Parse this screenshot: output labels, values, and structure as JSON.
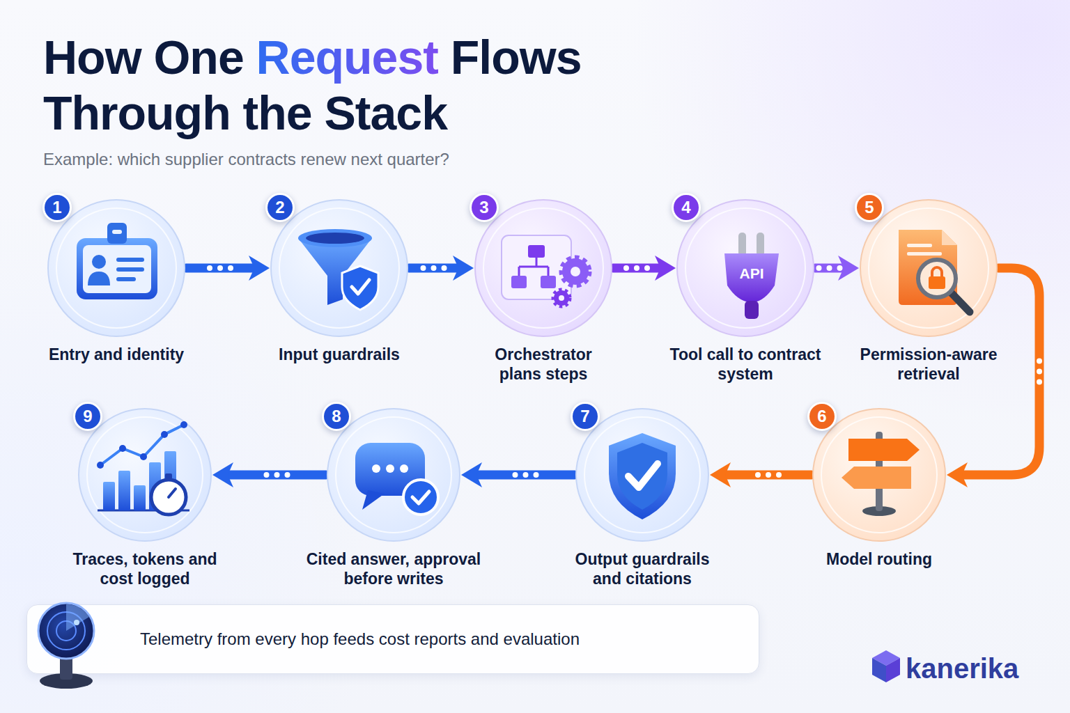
{
  "diagram": {
    "title": "How One Request Flows Through the Stack",
    "caption": "Example: which supplier contracts renew next quarter?",
    "nodes": [
      {
        "text": [
          "1",
          "Entry and identity"
        ]
      },
      {
        "text": [
          "2",
          "Input guardrails"
        ]
      },
      {
        "text": [
          "3",
          "Orchestrator plans steps"
        ]
      },
      {
        "text": [
          "4",
          "Tool call to contract system"
        ]
      },
      {
        "text": [
          "5",
          "Permission-aware retrieval"
        ]
      },
      {
        "text": [
          "6",
          "Model routing"
        ]
      },
      {
        "text": [
          "7",
          "Output guardrails and citations"
        ]
      },
      {
        "text": [
          "8",
          "Cited answer, approval before writes"
        ]
      },
      {
        "text": [
          "9",
          "Traces, tokens and cost logged"
        ]
      },
      {
        "text": [
          "Telemetry from every hop feeds cost reports and evaluation"
        ]
      }
    ],
    "edges": [
      {
        "from": 0,
        "to": 1,
        "arrow": "to"
      },
      {
        "from": 1,
        "to": 2,
        "arrow": "to"
      },
      {
        "from": 2,
        "to": 3,
        "arrow": "to"
      },
      {
        "from": 3,
        "to": 4,
        "arrow": "to"
      },
      {
        "from": 4,
        "to": 5,
        "arrow": "to"
      },
      {
        "from": 5,
        "to": 6,
        "arrow": "to"
      },
      {
        "from": 6,
        "to": 7,
        "arrow": "to"
      },
      {
        "from": 7,
        "to": 8,
        "arrow": "to"
      }
    ],
    "labels": [
      "API",
      "kanerika"
    ]
  }
}
